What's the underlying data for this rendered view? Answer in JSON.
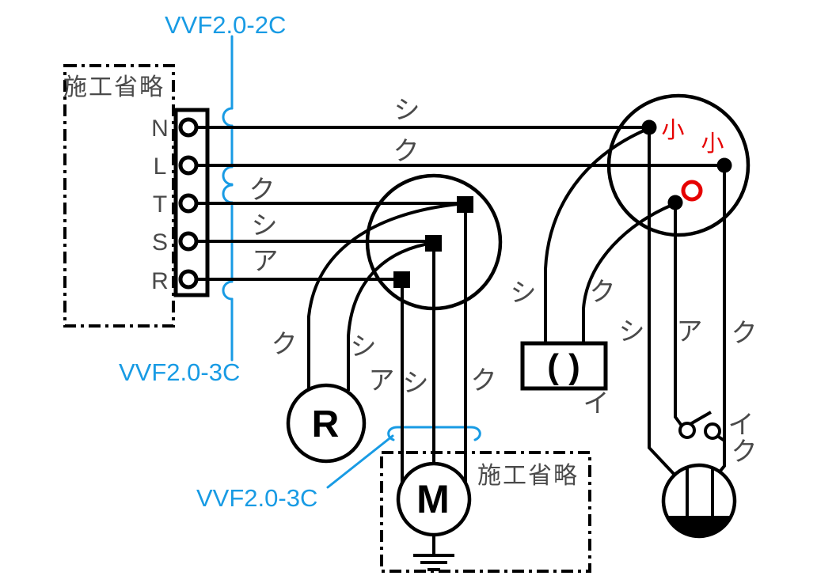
{
  "colors": {
    "line": "#000000",
    "label_gray": "#4a4a4a",
    "cable_blue": "#189be4",
    "sleeve_red": "#e60000",
    "background": "#ffffff"
  },
  "cable_labels": {
    "top": "VVF2.0-2C",
    "left": "VVF2.0-3C",
    "bottom": "VVF2.0-3C"
  },
  "source_box": {
    "label": "施工省略",
    "terminals": [
      "N",
      "L",
      "T",
      "S",
      "R"
    ]
  },
  "motor_box": {
    "label": "施工省略"
  },
  "devices": {
    "lamp_receptacle": "R",
    "motor": "M",
    "ceiling_light_symbol": "( )",
    "ceiling_light_id": "イ",
    "switch_id": "イ"
  },
  "wire_labels": {
    "n_white": "シ",
    "l_black": "ク",
    "t_black": "ク",
    "s_white": "シ",
    "r_red": "ア",
    "lamp_black": "ク",
    "lamp_white": "シ",
    "motor_red": "ア",
    "motor_white": "シ",
    "motor_black": "ク",
    "ceiling_white": "シ",
    "ceiling_black": "ク",
    "drop_white": "シ",
    "drop_red": "ア",
    "drop_black": "ク",
    "switch_black": "ク"
  },
  "ring_sleeve_marks": {
    "left": "小",
    "right": "小"
  }
}
